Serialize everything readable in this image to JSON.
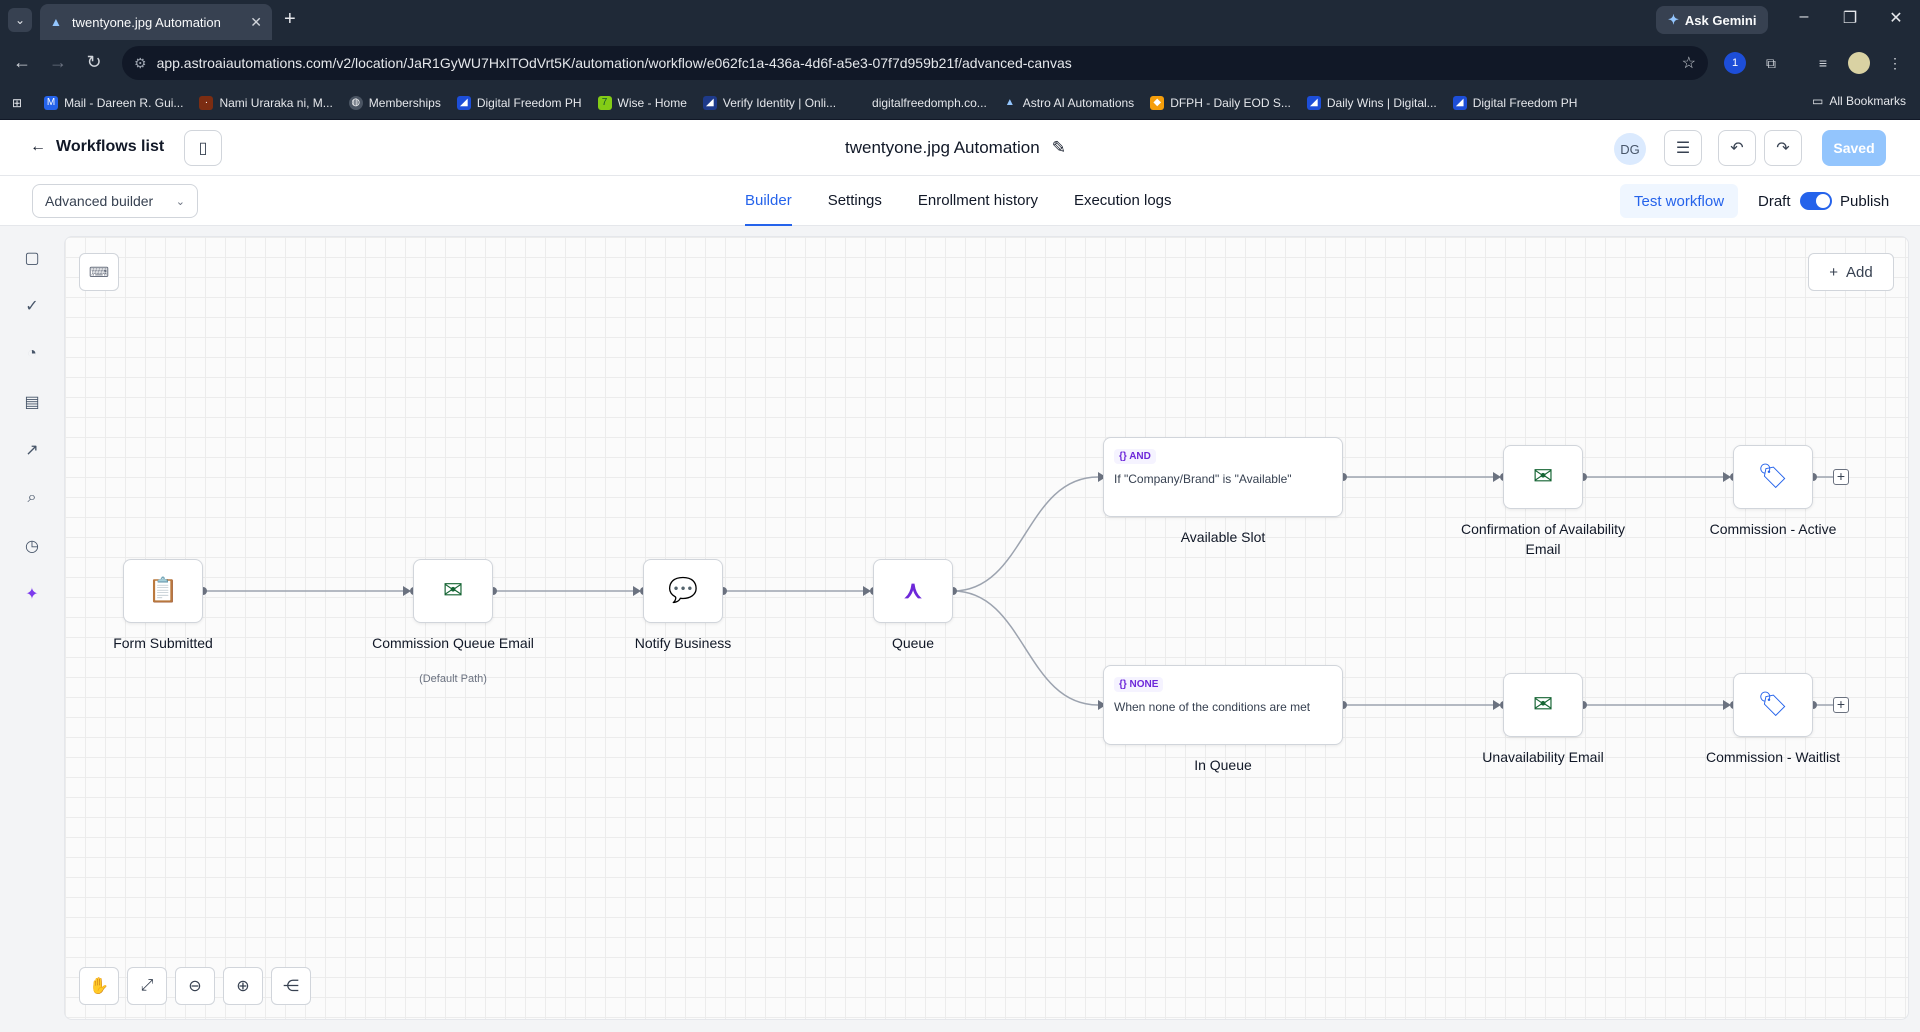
{
  "browser": {
    "tab_title": "twentyone.jpg Automation",
    "url": "app.astroaiautomations.com/v2/location/JaR1GyWU7HxITOdVrt5K/automation/workflow/e062fc1a-436a-4d6f-a5e3-07f7d959b21f/advanced-canvas",
    "ask_gemini": "Ask Gemini",
    "extension_badge": "1",
    "bookmarks": [
      "Mail - Dareen R. Gui...",
      "Nami Uraraka ni, M...",
      "Memberships",
      "Digital Freedom PH",
      "Wise - Home",
      "Verify Identity | Onli...",
      "digitalfreedomph.co...",
      "Astro AI Automations",
      "DFPH - Daily EOD S...",
      "Daily Wins | Digital...",
      "Digital Freedom PH"
    ],
    "all_bookmarks": "All Bookmarks"
  },
  "header": {
    "back_label": "Workflows list",
    "workflow_name": "twentyone.jpg Automation",
    "avatar_initials": "DG",
    "saved_label": "Saved"
  },
  "subheader": {
    "builder_mode": "Advanced builder",
    "tabs": [
      "Builder",
      "Settings",
      "Enrollment history",
      "Execution logs"
    ],
    "active_tab": "Builder",
    "test_label": "Test workflow",
    "draft_label": "Draft",
    "publish_label": "Publish",
    "publish_toggle_on": true
  },
  "canvas": {
    "add_label": "Add",
    "nodes": {
      "form_submitted": {
        "label": "Form Submitted",
        "icon": "clipboard-icon",
        "color": "#166534"
      },
      "commission_queue_email": {
        "label": "Commission Queue Email",
        "sub": "(Default Path)",
        "icon": "email-icon",
        "color": "#166534"
      },
      "notify_business": {
        "label": "Notify Business",
        "icon": "chat-icon",
        "color": "#166534"
      },
      "queue": {
        "label": "Queue",
        "icon": "split-icon",
        "color": "#6d28d9"
      },
      "available_slot": {
        "label": "Available Slot",
        "tag": "{} AND",
        "condition": "If \"Company/Brand\" is \"Available\""
      },
      "in_queue": {
        "label": "In Queue",
        "tag": "{} NONE",
        "condition": "When none of the conditions are met"
      },
      "confirmation_email": {
        "label": "Confirmation of Availability Email",
        "icon": "email-icon",
        "color": "#166534"
      },
      "unavailability_email": {
        "label": "Unavailability Email",
        "icon": "email-icon",
        "color": "#166534"
      },
      "commission_active": {
        "label": "Commission - Active",
        "icon": "tag-icon",
        "color": "#2563eb"
      },
      "commission_waitlist": {
        "label": "Commission - Waitlist",
        "icon": "tag-icon",
        "color": "#2563eb"
      }
    }
  }
}
